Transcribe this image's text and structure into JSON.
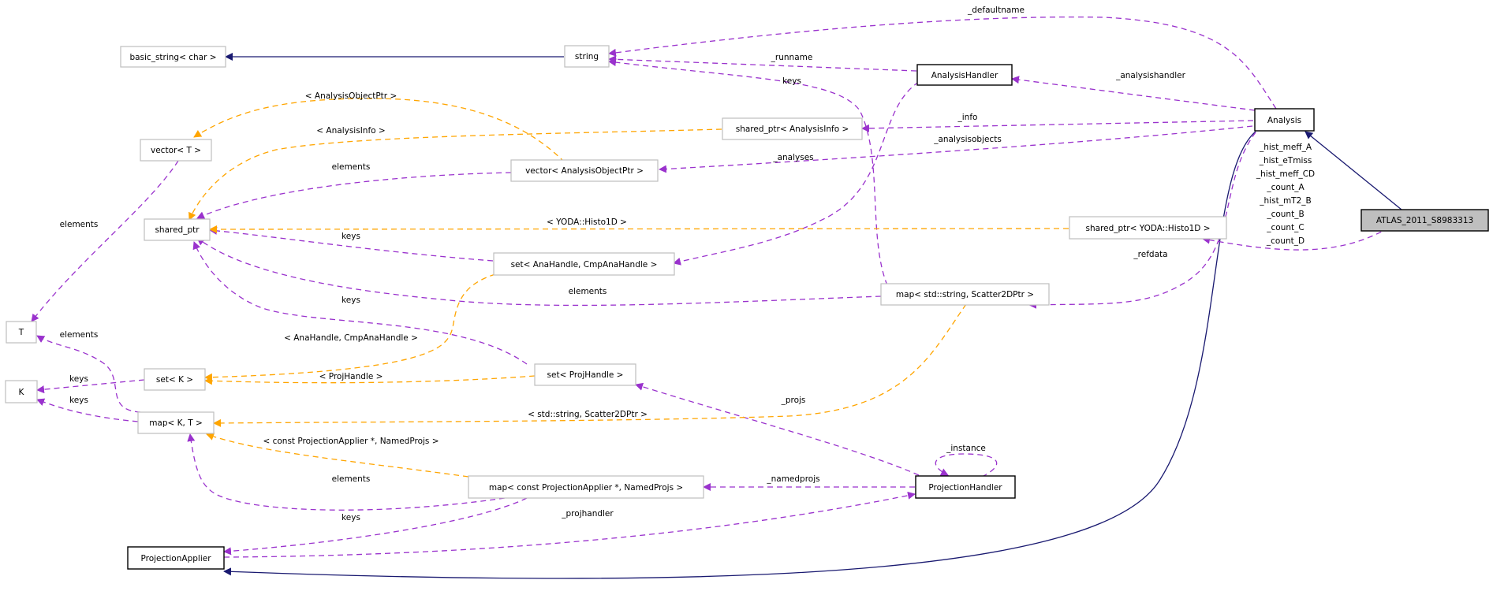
{
  "colors": {
    "inheritance": "#191970",
    "usage": "#9a32cd",
    "template": "#ffa500",
    "node_border_gray": "#bfbfbf",
    "node_border_black": "#000000",
    "focus_fill": "#bfbfbf",
    "background": "#ffffff"
  },
  "nodes": [
    {
      "id": "basic_string",
      "label": "basic_string< char >",
      "style": "gray"
    },
    {
      "id": "string",
      "label": "string",
      "style": "gray"
    },
    {
      "id": "analysishandler",
      "label": "AnalysisHandler",
      "style": "black"
    },
    {
      "id": "analysis",
      "label": "Analysis",
      "style": "black"
    },
    {
      "id": "atlas",
      "label": "ATLAS_2011_S8983313",
      "style": "focus"
    },
    {
      "id": "vector_t",
      "label": "vector< T >",
      "style": "gray"
    },
    {
      "id": "sp_info",
      "label": "shared_ptr< AnalysisInfo >",
      "style": "gray"
    },
    {
      "id": "vector_aop",
      "label": "vector< AnalysisObjectPtr >",
      "style": "gray"
    },
    {
      "id": "shared_ptr",
      "label": "shared_ptr",
      "style": "gray"
    },
    {
      "id": "sp_histo",
      "label": "shared_ptr< YODA::Histo1D >",
      "style": "gray"
    },
    {
      "id": "set_ana",
      "label": "set< AnaHandle, CmpAnaHandle >",
      "style": "gray"
    },
    {
      "id": "map_scatter",
      "label": "map< std::string, Scatter2DPtr >",
      "style": "gray"
    },
    {
      "id": "t",
      "label": "T",
      "style": "gray"
    },
    {
      "id": "set_k",
      "label": "set< K >",
      "style": "gray"
    },
    {
      "id": "set_proj",
      "label": "set< ProjHandle >",
      "style": "gray"
    },
    {
      "id": "k",
      "label": "K",
      "style": "gray"
    },
    {
      "id": "map_kt",
      "label": "map< K, T >",
      "style": "gray"
    },
    {
      "id": "map_const",
      "label": "map< const ProjectionApplier *, NamedProjs >",
      "style": "gray"
    },
    {
      "id": "projhandler",
      "label": "ProjectionHandler",
      "style": "black"
    },
    {
      "id": "projapplier",
      "label": "ProjectionApplier",
      "style": "black"
    }
  ],
  "edge_labels": [
    {
      "id": "defaultname",
      "text": "_defaultname",
      "kind": "usage"
    },
    {
      "id": "runname",
      "text": "_runname",
      "kind": "usage"
    },
    {
      "id": "analysishandler",
      "text": "_analysishandler",
      "kind": "usage"
    },
    {
      "id": "keys_string",
      "text": "keys",
      "kind": "usage"
    },
    {
      "id": "tmpl_aop",
      "text": "< AnalysisObjectPtr >",
      "kind": "template"
    },
    {
      "id": "tmpl_info",
      "text": "< AnalysisInfo >",
      "kind": "template"
    },
    {
      "id": "info",
      "text": "_info",
      "kind": "usage"
    },
    {
      "id": "analysisobjects",
      "text": "_analysisobjects",
      "kind": "usage"
    },
    {
      "id": "analyses",
      "text": "_analyses",
      "kind": "usage"
    },
    {
      "id": "elements_vec",
      "text": "elements",
      "kind": "usage"
    },
    {
      "id": "elements_t",
      "text": "elements",
      "kind": "usage"
    },
    {
      "id": "tmpl_histo",
      "text": "< YODA::Histo1D >",
      "kind": "template"
    },
    {
      "id": "keys_setana",
      "text": "keys",
      "kind": "usage"
    },
    {
      "id": "refdata",
      "text": "_refdata",
      "kind": "usage"
    },
    {
      "id": "elements_map",
      "text": "elements",
      "kind": "usage"
    },
    {
      "id": "keys_setproj",
      "text": "keys",
      "kind": "usage"
    },
    {
      "id": "elements_mapkt",
      "text": "elements",
      "kind": "usage"
    },
    {
      "id": "tmpl_anahandle",
      "text": "< AnaHandle, CmpAnaHandle >",
      "kind": "template"
    },
    {
      "id": "keys_setk",
      "text": "keys",
      "kind": "usage"
    },
    {
      "id": "tmpl_projhandle",
      "text": "< ProjHandle >",
      "kind": "template"
    },
    {
      "id": "keys_mapkt",
      "text": "keys",
      "kind": "usage"
    },
    {
      "id": "projs",
      "text": "_projs",
      "kind": "usage"
    },
    {
      "id": "tmpl_scatter",
      "text": "< std::string, Scatter2DPtr >",
      "kind": "template"
    },
    {
      "id": "tmpl_namedprojs",
      "text": "< const ProjectionApplier *, NamedProjs >",
      "kind": "template"
    },
    {
      "id": "instance",
      "text": "_instance",
      "kind": "usage"
    },
    {
      "id": "elements_const",
      "text": "elements",
      "kind": "usage"
    },
    {
      "id": "namedprojs",
      "text": "_namedprojs",
      "kind": "usage"
    },
    {
      "id": "keys_const",
      "text": "keys",
      "kind": "usage"
    },
    {
      "id": "projhandler",
      "text": "_projhandler",
      "kind": "usage"
    }
  ],
  "member_list": [
    "_hist_meff_A",
    "_hist_eTmiss",
    "_hist_meff_CD",
    "_count_A",
    "_hist_mT2_B",
    "_count_B",
    "_count_C",
    "_count_D"
  ]
}
